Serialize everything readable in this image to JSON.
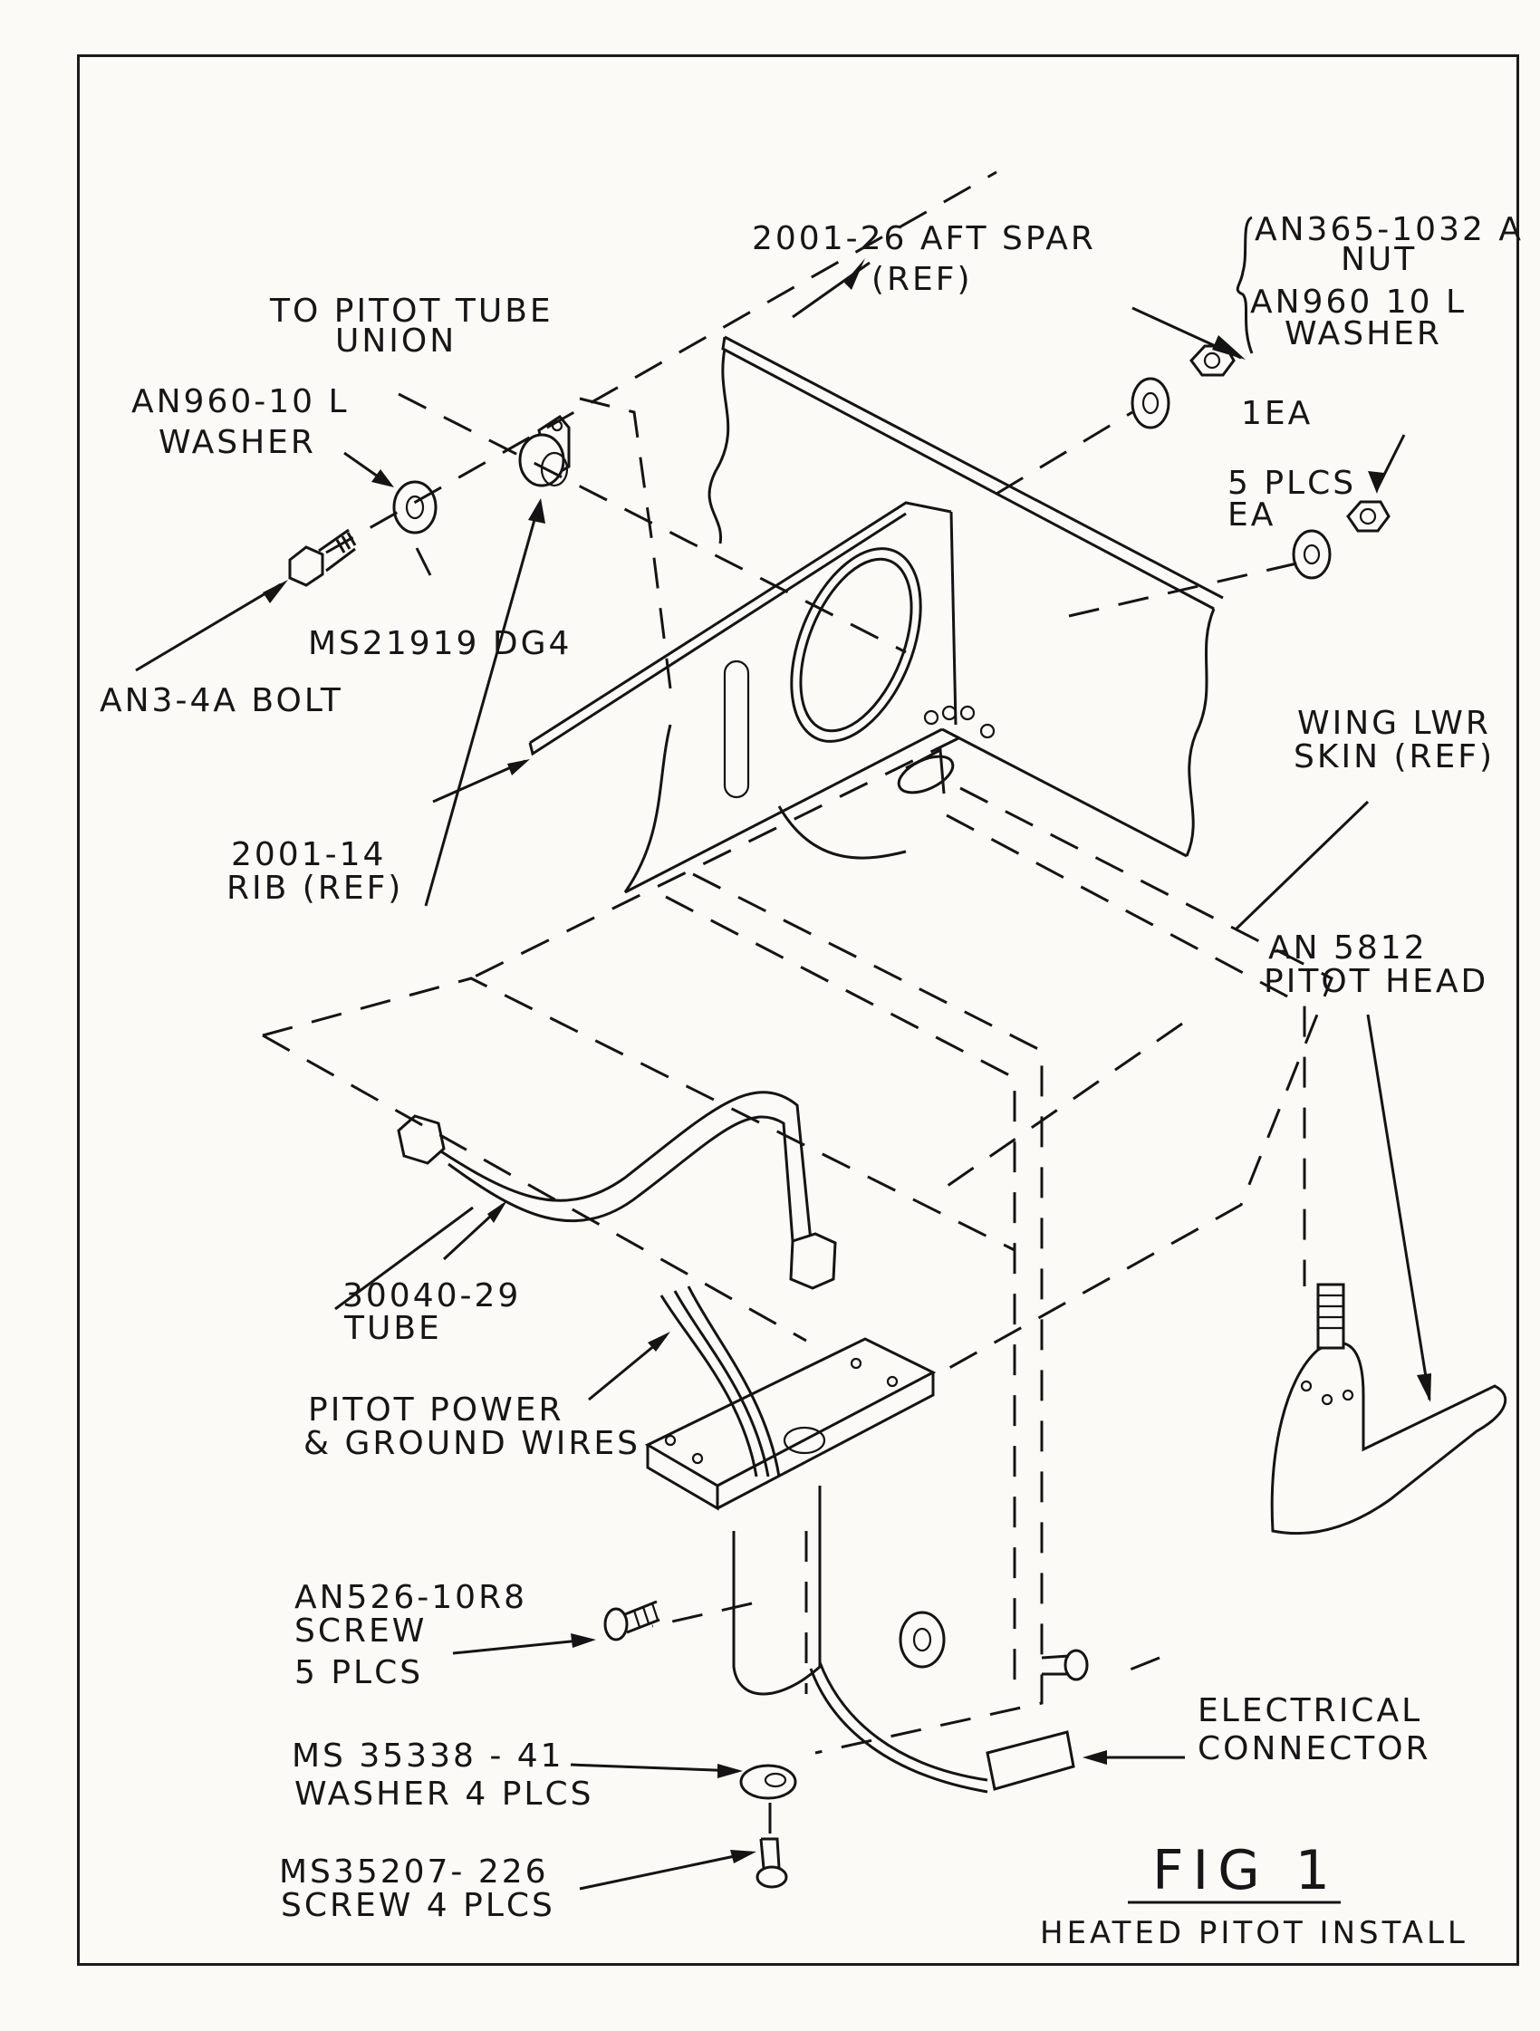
{
  "figure": {
    "title": "FIG 1",
    "subtitle": "HEATED PITOT INSTALL"
  },
  "labels": {
    "aft_spar": [
      "2001-26  AFT SPAR",
      "(REF)"
    ],
    "nut": [
      "AN365-1032 A",
      "NUT"
    ],
    "washer_right": [
      "AN960 10 L",
      "WASHER"
    ],
    "qty_one": "1EA",
    "qty_five": [
      "5 PLCS",
      "EA"
    ],
    "pitot_union": [
      "TO  PITOT TUBE",
      "UNION"
    ],
    "washer_left": [
      "AN960-10 L",
      "WASHER"
    ],
    "clamp": "MS21919  DG4",
    "bolt": "AN3-4A  BOLT",
    "wing_skin": [
      "WING  LWR",
      "SKIN (REF)"
    ],
    "rib": [
      "2001-14",
      "RIB  (REF)"
    ],
    "pitot_head": [
      "AN 5812",
      "PITOT  HEAD"
    ],
    "tube": [
      "30040-29",
      "TUBE"
    ],
    "wires": [
      "PITOT  POWER",
      "& GROUND WIRES"
    ],
    "screw_526": [
      "AN526-10R8",
      "SCREW",
      "5 PLCS"
    ],
    "connector": [
      "ELECTRICAL",
      "CONNECTOR"
    ],
    "washer_ms": [
      "MS 35338 - 41",
      "WASHER    4 PLCS"
    ],
    "screw_ms": [
      "MS35207- 226",
      "SCREW    4 PLCS"
    ]
  }
}
